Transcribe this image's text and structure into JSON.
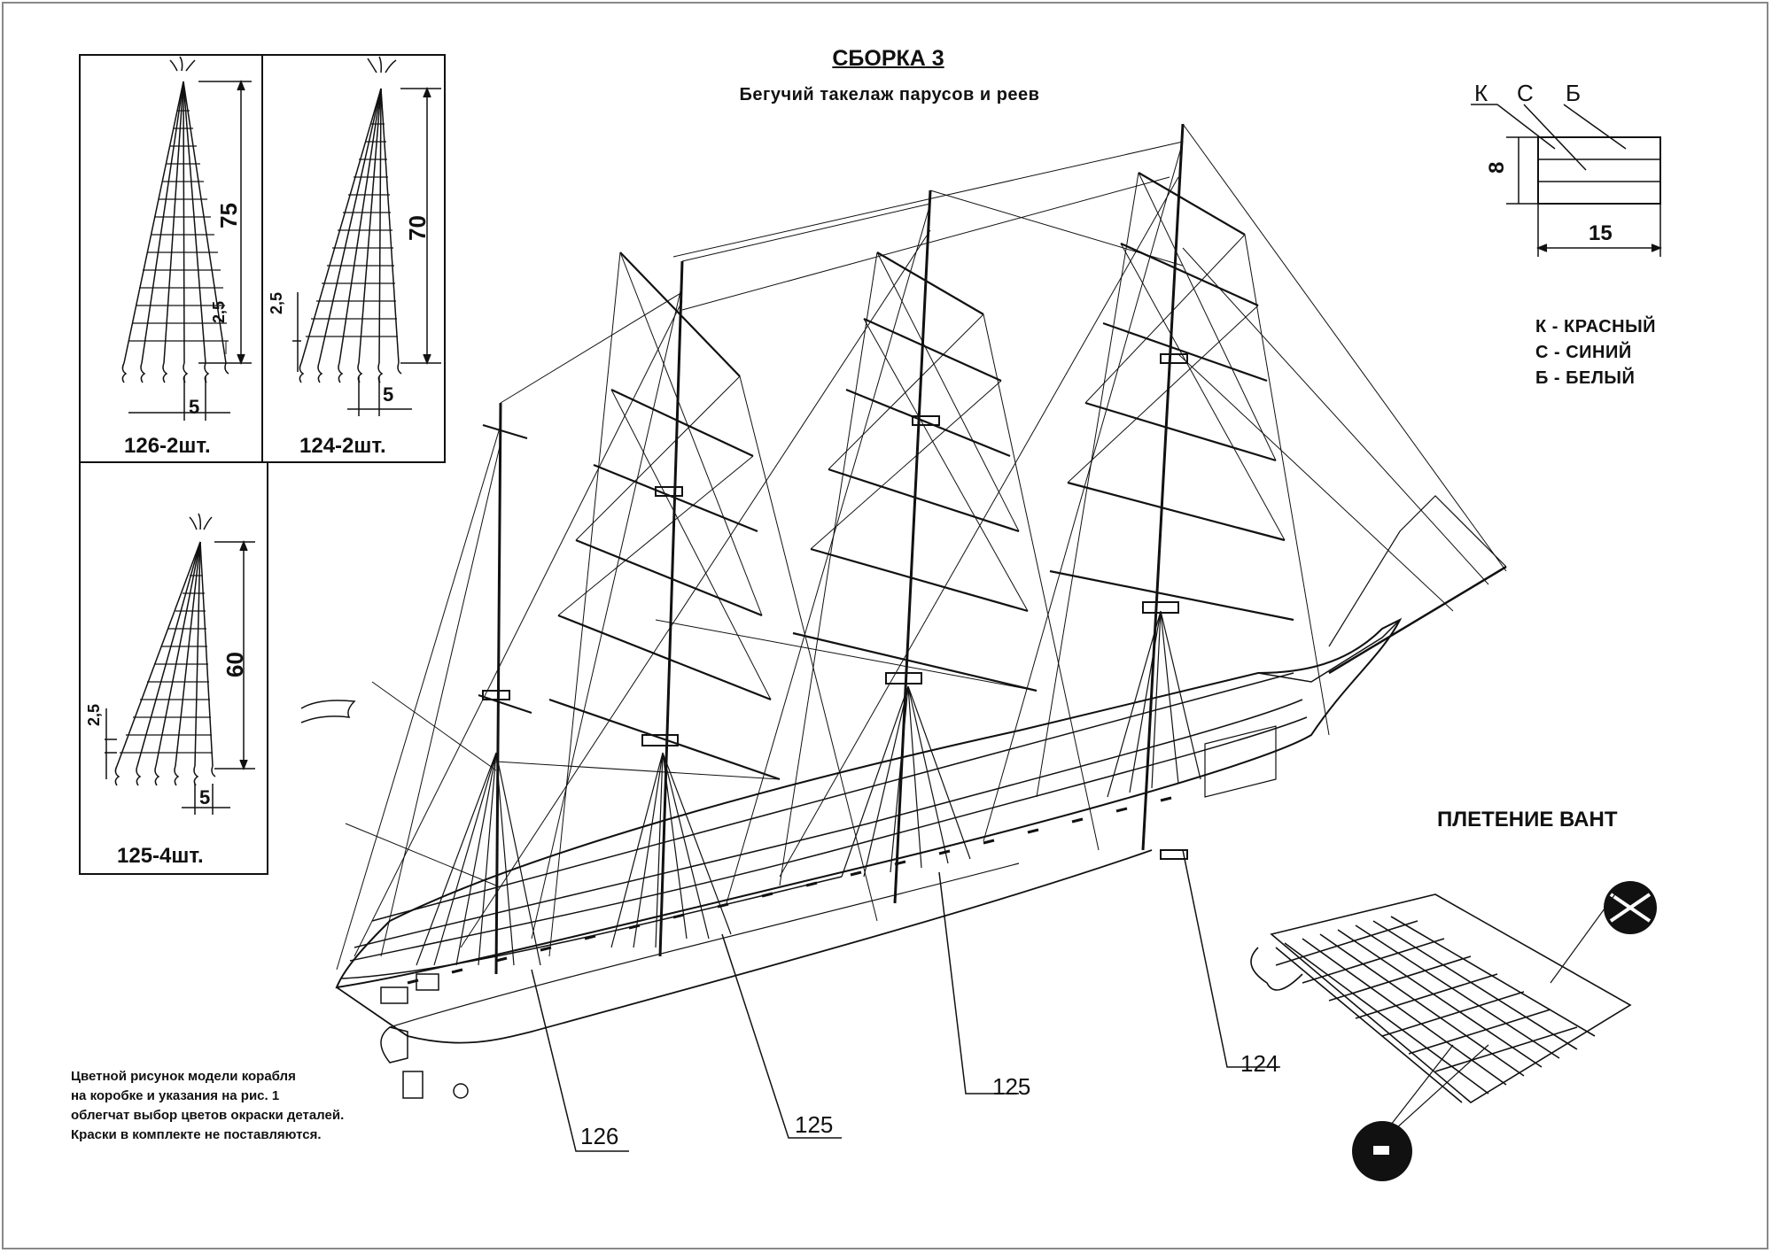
{
  "header": {
    "title": "СБОРКА 3",
    "subtitle": "Бегучий такелаж парусов и реев"
  },
  "panels": [
    {
      "caption": "126-2шт.",
      "height": "75",
      "spacing": "2,5",
      "width": "5"
    },
    {
      "caption": "124-2шт.",
      "height": "70",
      "spacing": "2,5",
      "width": "5"
    },
    {
      "caption": "125-4шт.",
      "height": "60",
      "spacing": "2,5",
      "width": "5"
    }
  ],
  "flag_legend": {
    "letters": [
      "К",
      "С",
      "Б"
    ],
    "height": "8",
    "width": "15",
    "entries": [
      "К - КРАСНЫЙ",
      "С - СИНИЙ",
      "Б - БЕЛЫЙ"
    ]
  },
  "weave": {
    "title": "ПЛЕТЕНИЕ ВАНТ"
  },
  "callouts": [
    "126",
    "125",
    "125",
    "124"
  ],
  "note": {
    "lines": [
      "Цветной рисунок модели корабля",
      "на коробке и указания на рис. 1",
      "облегчат выбор цветов окраски деталей.",
      "Краски в комплекте не поставляются."
    ]
  },
  "colors": {
    "ink": "#111111",
    "frame": "#888888",
    "background": "#ffffff"
  }
}
